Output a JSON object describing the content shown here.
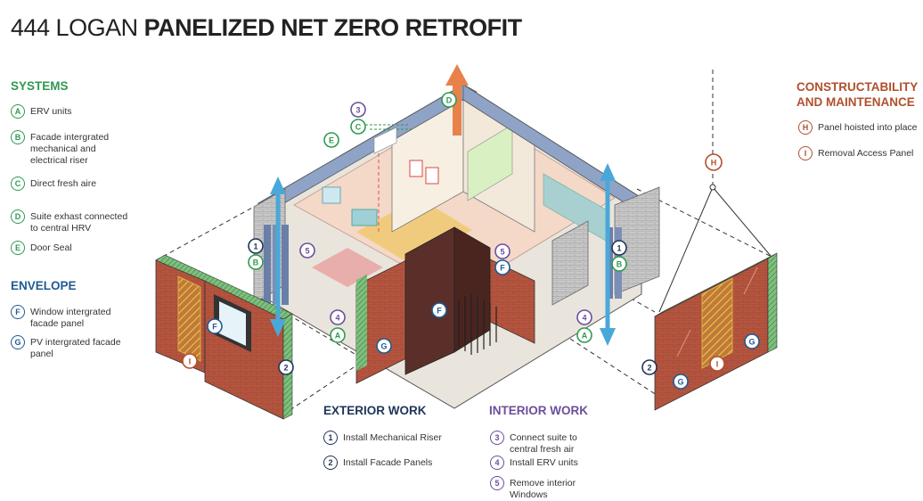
{
  "title": {
    "light": "444 LOGAN ",
    "bold": "PANELIZED NET ZERO RETROFIT"
  },
  "systems": {
    "heading": "SYSTEMS",
    "items": [
      {
        "badge": "A",
        "text": "ERV units"
      },
      {
        "badge": "B",
        "text": "Facade intergrated mechanical and electrical riser"
      },
      {
        "badge": "C",
        "text": "Direct fresh aire"
      },
      {
        "badge": "D",
        "text": "Suite exhast connected to central HRV"
      },
      {
        "badge": "E",
        "text": "Door Seal"
      }
    ]
  },
  "envelope": {
    "heading": "ENVELOPE",
    "items": [
      {
        "badge": "F",
        "text": "Window intergrated facade panel"
      },
      {
        "badge": "G",
        "text": "PV intergrated facade panel"
      }
    ]
  },
  "constructability": {
    "heading_line1": "CONSTRUCTABILITY",
    "heading_line2": "AND MAINTENANCE",
    "items": [
      {
        "badge": "H",
        "text": "Panel hoisted into place"
      },
      {
        "badge": "I",
        "text": "Removal Access Panel"
      }
    ]
  },
  "exterior_work": {
    "heading": "EXTERIOR WORK",
    "items": [
      {
        "badge": "1",
        "text": "Install Mechanical Riser"
      },
      {
        "badge": "2",
        "text": "Install Facade Panels"
      }
    ]
  },
  "interior_work": {
    "heading": "INTERIOR WORK",
    "items": [
      {
        "badge": "3",
        "text": "Connect suite to central fresh air"
      },
      {
        "badge": "4",
        "text": "Install ERV units"
      },
      {
        "badge": "5",
        "text": "Remove interior Windows"
      }
    ]
  },
  "diagram_labels": {
    "a": "A",
    "b": "B",
    "c": "C",
    "d": "D",
    "e": "E",
    "f": "F",
    "g": "G",
    "h": "H",
    "i": "I",
    "n1": "1",
    "n2": "2",
    "n3": "3",
    "n4": "4",
    "n5": "5"
  },
  "colors": {
    "systems": "#2e9a4f",
    "envelope": "#1f5a93",
    "constructability": "#b0502c",
    "exterior": "#1d3557",
    "interior": "#6a4f9c",
    "brick": "#b5553f",
    "arrow_blue": "#4aa8d8",
    "arrow_orange": "#e8824a"
  }
}
